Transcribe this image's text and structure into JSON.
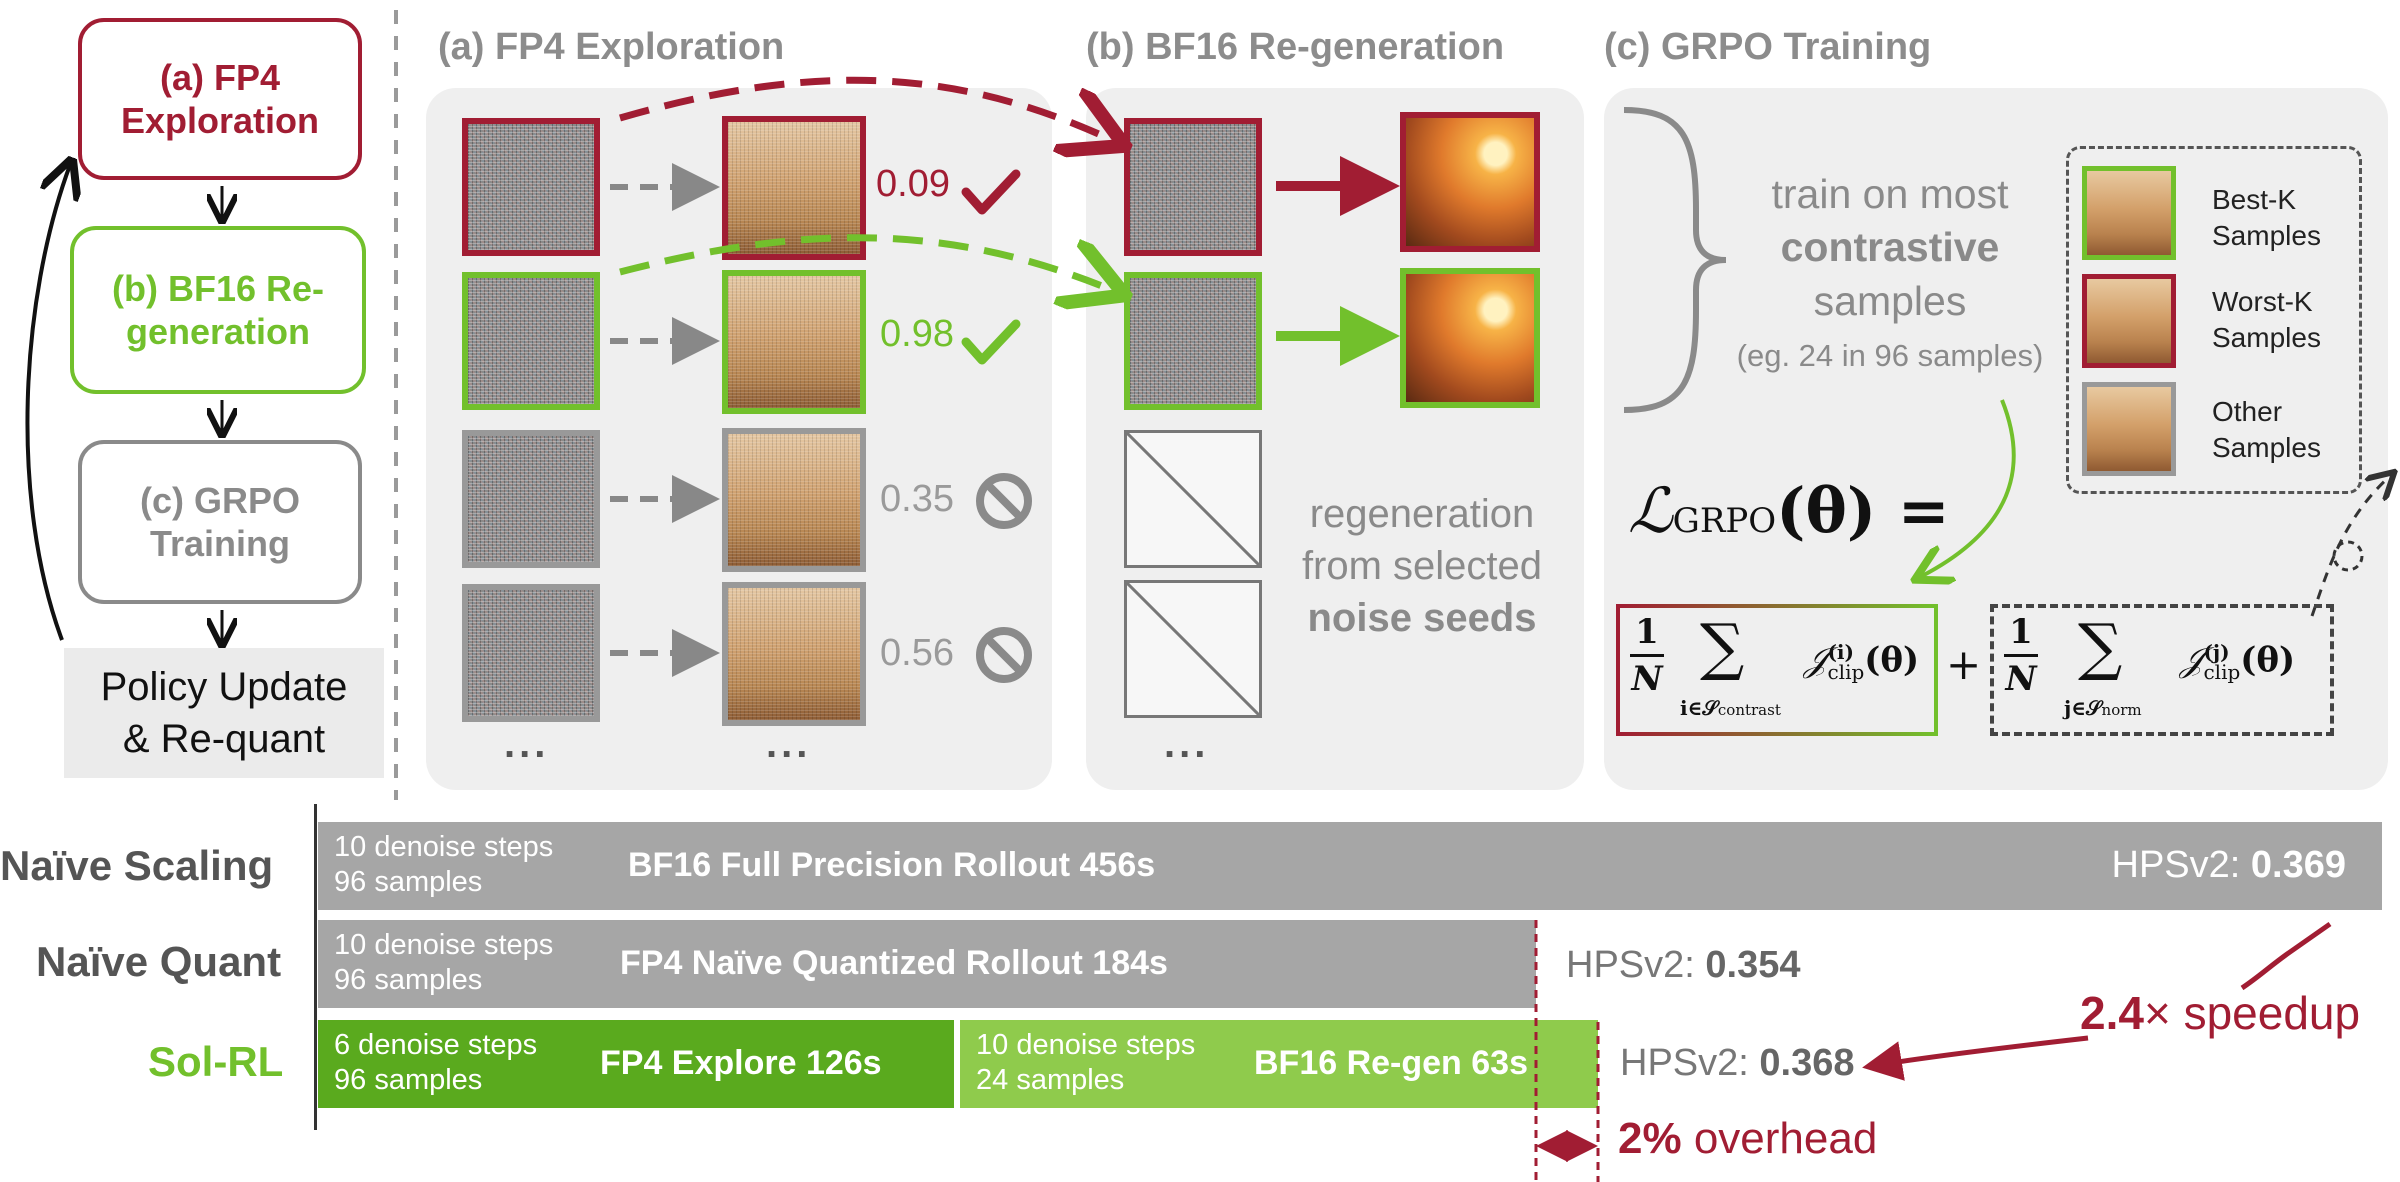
{
  "colors": {
    "red": "#a11d33",
    "green": "#72c02c",
    "green_dark": "#5aaa1e",
    "gray": "#9a9a9a",
    "panel": "#efefef",
    "bar_gray": "#a6a6a6"
  },
  "pipeline": {
    "step_a": "(a) FP4\nExploration",
    "step_b": "(b) BF16 Re-\ngeneration",
    "step_c": "(c) GRPO\nTraining",
    "policy": "Policy Update\n& Re-quant"
  },
  "panel_a": {
    "title": "(a)  FP4 Exploration",
    "rows": [
      {
        "score": "0.09",
        "mark": "check-icon",
        "color": "#a11d33"
      },
      {
        "score": "0.98",
        "mark": "check-icon",
        "color": "#72c02c"
      },
      {
        "score": "0.35",
        "mark": "prohibited-icon",
        "color": "#9a9a9a"
      },
      {
        "score": "0.56",
        "mark": "prohibited-icon",
        "color": "#9a9a9a"
      }
    ],
    "ellipsis": "..."
  },
  "panel_b": {
    "title": "(b) BF16 Re-generation",
    "caption_line1": "regeneration",
    "caption_line2": "from selected",
    "caption_bold": "noise seeds",
    "ellipsis": "..."
  },
  "panel_c": {
    "title": "(c) GRPO Training",
    "train_line1": "train on most",
    "train_bold": "contrastive",
    "train_line3": "samples",
    "train_note": "(eg. 24 in 96 samples)",
    "legend": [
      {
        "label": "Best-K\nSamples",
        "color": "#72c02c"
      },
      {
        "label": "Worst-K\nSamples",
        "color": "#a11d33"
      },
      {
        "label": "Other\nSamples",
        "color": "#9a9a9a"
      }
    ],
    "loss_lhs": "ℒ",
    "loss_sub": "GRPO",
    "loss_arg": "(θ) =",
    "frac_num": "1",
    "frac_den": "N",
    "sum": "∑",
    "term1_sub": "i∈𝒮",
    "term1_subsub": "contrast",
    "term1_j": "𝒥",
    "term1_sup": "(i)",
    "term1_clip": "clip",
    "term1_arg": "(θ)",
    "plus": "+",
    "term2_sub": "j∈𝒮",
    "term2_subsub": "norm",
    "term2_sup": "(j)"
  },
  "timeline": {
    "rows": [
      {
        "label": "Naïve Scaling",
        "label_color": "#555555",
        "segments": [
          {
            "steps": "10 denoise steps",
            "samples": "96 samples",
            "title": "BF16 Full Precision Rollout 456s",
            "seconds": 456,
            "color": "#a6a6a6"
          }
        ],
        "hps_label": "HPSv2: ",
        "hps_value": "0.369"
      },
      {
        "label": "Naïve Quant",
        "label_color": "#555555",
        "segments": [
          {
            "steps": "10 denoise steps",
            "samples": "96 samples",
            "title": "FP4 Naïve Quantized Rollout 184s",
            "seconds": 184,
            "color": "#a6a6a6"
          }
        ],
        "hps_label": "HPSv2: ",
        "hps_value": "0.354"
      },
      {
        "label": "Sol-RL",
        "label_color": "#72c02c",
        "segments": [
          {
            "steps": "6 denoise steps",
            "samples": "96 samples",
            "title": "FP4 Explore 126s",
            "seconds": 126,
            "color": "#5aaa1e"
          },
          {
            "steps": "10 denoise steps",
            "samples": "24 samples",
            "title": "BF16 Re-gen 63s",
            "seconds": 63,
            "color": "#8fcb4c"
          }
        ],
        "hps_label": "HPSv2: ",
        "hps_value": "0.368"
      }
    ],
    "speedup_value": "2.4",
    "speedup_text": "× speedup",
    "overhead_value": "2%",
    "overhead_text": " overhead"
  }
}
